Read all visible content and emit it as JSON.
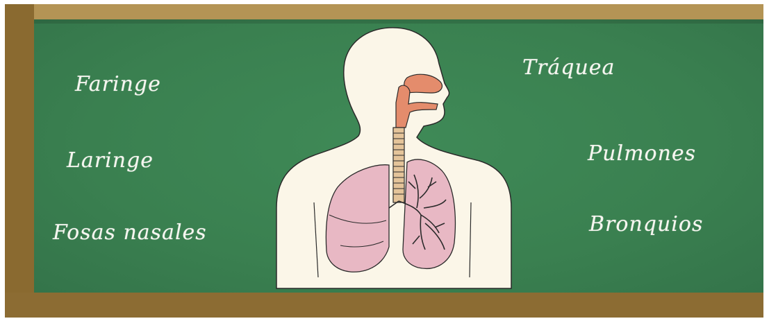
{
  "labels": {
    "left": [
      "Faringe",
      "Laringe",
      "Fosas nasales"
    ],
    "right": [
      "Tráquea",
      "Pulmones",
      "Bronquios"
    ]
  },
  "colors": {
    "board": "#3a8050",
    "frame": "#9a7a3c",
    "chalk": "#f6f6f0",
    "body": "#fbf6e8",
    "lung": "#e8b8c4",
    "airway": "#e48c6c"
  }
}
